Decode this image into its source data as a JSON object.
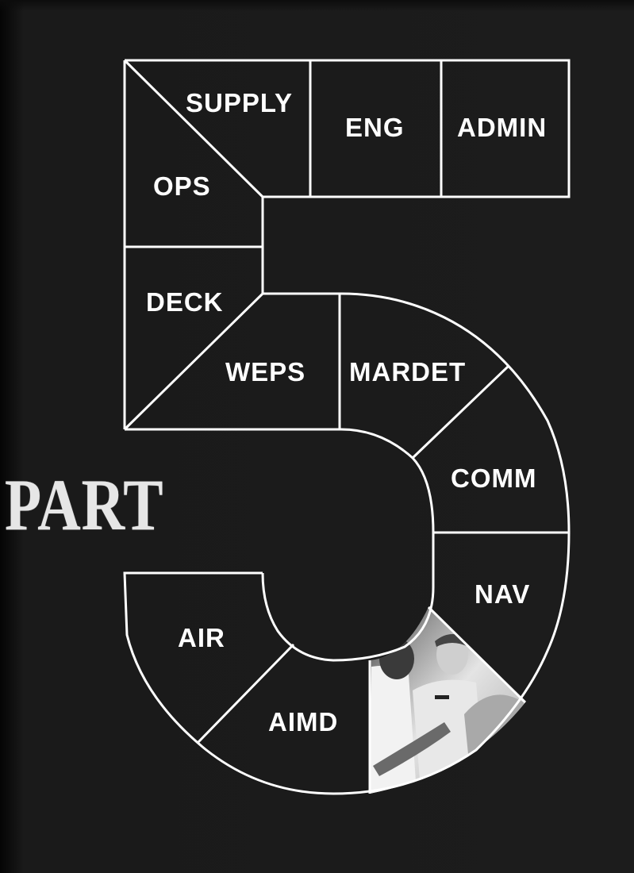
{
  "page": {
    "title": "PART",
    "section_number": "5",
    "colors": {
      "background": "#1b1b1b",
      "lines": "#ffffff",
      "text": "#ffffff",
      "title": "#e6e6e6"
    }
  },
  "departments": [
    {
      "id": "supply",
      "label": "SUPPLY"
    },
    {
      "id": "eng",
      "label": "ENG"
    },
    {
      "id": "admin",
      "label": "ADMIN"
    },
    {
      "id": "ops",
      "label": "OPS"
    },
    {
      "id": "deck",
      "label": "DECK"
    },
    {
      "id": "weps",
      "label": "WEPS"
    },
    {
      "id": "mardet",
      "label": "MARDET"
    },
    {
      "id": "comm",
      "label": "COMM"
    },
    {
      "id": "nav",
      "label": "NAV"
    },
    {
      "id": "air",
      "label": "AIR"
    },
    {
      "id": "aimd",
      "label": "AIMD"
    }
  ],
  "photo": {
    "description": "Black and white photograph of sailors, one pinning an insignia on an officer's uniform"
  }
}
